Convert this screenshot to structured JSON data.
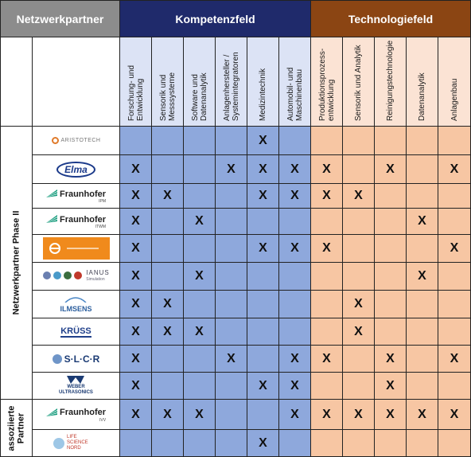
{
  "headers": {
    "partner": "Netzwerkpartner",
    "kompetenz": "Kompetenzfeld",
    "technologie": "Technologiefeld"
  },
  "columns": [
    {
      "label": "Forschung- und\nEntwicklung",
      "group": "k"
    },
    {
      "label": "Sensorik und\nMesssysteme",
      "group": "k"
    },
    {
      "label": "Software und\nDatenanalytik",
      "group": "k"
    },
    {
      "label": "Anlagenhersteller /\nSystemintegratoren",
      "group": "k"
    },
    {
      "label": "Medizintechnik",
      "group": "k"
    },
    {
      "label": "Automobil- und\nMaschinenbau",
      "group": "k"
    },
    {
      "label": "Produktionsprozess-\nentwicklung",
      "group": "t"
    },
    {
      "label": "Sensorik und Analytik",
      "group": "t"
    },
    {
      "label": "Reinigungstechnologie",
      "group": "t"
    },
    {
      "label": "Datenanalytik",
      "group": "t"
    },
    {
      "label": "Anlagenbau",
      "group": "t"
    }
  ],
  "groups": [
    {
      "label": "Netzwerkpartner Phase II",
      "rows": 10
    },
    {
      "label": "assoziierte\nPartner",
      "rows": 2
    }
  ],
  "mark": "X",
  "rows": [
    {
      "logo": "ARISTOTECH",
      "logo_icon": "aristotech-logo-icon",
      "marks": [
        0,
        0,
        0,
        0,
        1,
        0,
        0,
        0,
        0,
        0,
        0
      ]
    },
    {
      "logo": "Elma",
      "logo_icon": "elma-logo-icon",
      "marks": [
        1,
        0,
        0,
        1,
        1,
        1,
        1,
        0,
        1,
        0,
        1
      ]
    },
    {
      "logo": "Fraunhofer",
      "logo_sub": "IPM",
      "logo_icon": "fraunhofer-logo-icon",
      "marks": [
        1,
        1,
        0,
        0,
        1,
        1,
        1,
        1,
        0,
        0,
        0
      ]
    },
    {
      "logo": "Fraunhofer",
      "logo_sub": "ITWM",
      "logo_icon": "fraunhofer-logo-icon",
      "marks": [
        1,
        0,
        1,
        0,
        0,
        0,
        0,
        0,
        0,
        1,
        0
      ]
    },
    {
      "logo": "",
      "logo_icon": "orange-company-logo-icon",
      "marks": [
        1,
        0,
        0,
        0,
        1,
        1,
        1,
        0,
        0,
        0,
        1
      ]
    },
    {
      "logo": "IANUS",
      "logo_sub": "Simulation",
      "logo_icon": "ianus-logo-icon",
      "marks": [
        1,
        0,
        1,
        0,
        0,
        0,
        0,
        0,
        0,
        1,
        0
      ]
    },
    {
      "logo": "ILMSENS",
      "logo_icon": "ilmsens-logo-icon",
      "marks": [
        1,
        1,
        0,
        0,
        0,
        0,
        0,
        1,
        0,
        0,
        0
      ]
    },
    {
      "logo": "KRÜSS",
      "logo_icon": "kruss-logo-icon",
      "marks": [
        1,
        1,
        1,
        0,
        0,
        0,
        0,
        1,
        0,
        0,
        0
      ]
    },
    {
      "logo": "S·L·C·R",
      "logo_icon": "slcr-logo-icon",
      "marks": [
        1,
        0,
        0,
        1,
        0,
        1,
        1,
        0,
        1,
        0,
        1
      ]
    },
    {
      "logo": "WEBER",
      "logo_sub": "ULTRASONICS",
      "logo_icon": "weber-logo-icon",
      "marks": [
        1,
        0,
        0,
        0,
        1,
        1,
        0,
        0,
        1,
        0,
        0
      ]
    },
    {
      "logo": "Fraunhofer",
      "logo_sub": "IVV",
      "logo_icon": "fraunhofer-logo-icon",
      "marks": [
        1,
        1,
        1,
        0,
        0,
        1,
        1,
        1,
        1,
        1,
        1
      ]
    },
    {
      "logo": "LIFE SCIENCE NORD",
      "logo_icon": "life-science-nord-logo-icon",
      "marks": [
        0,
        0,
        0,
        0,
        1,
        0,
        0,
        0,
        0,
        0,
        0
      ]
    }
  ],
  "colors": {
    "gray_header": "#8c8c8c",
    "navy_header": "#1f2a6b",
    "brown_header": "#8b4513",
    "col_k": "#dce3f5",
    "col_t": "#fbe3d4",
    "cell_k": "#8ea8dc",
    "cell_t": "#f7c6a3",
    "fraunhofer": "#179c7d"
  }
}
